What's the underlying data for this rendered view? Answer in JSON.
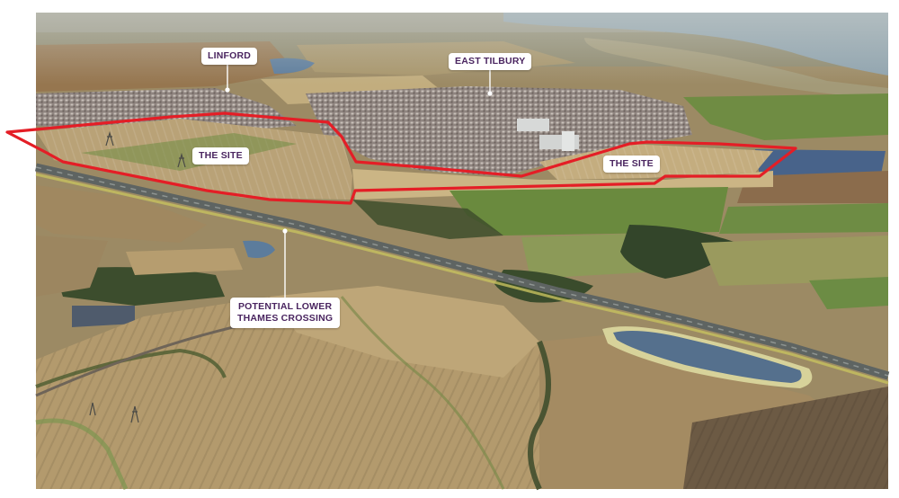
{
  "labels": {
    "linford": "LINFORD",
    "east_tilbury": "EAST TILBURY",
    "site_west": "THE SITE",
    "site_east": "THE SITE",
    "crossing_line1": "POTENTIAL LOWER",
    "crossing_line2": "THAMES CROSSING"
  },
  "colors": {
    "boundary": "#e41e26",
    "label_text": "#4a2560",
    "label_bg": "#ffffff",
    "leader": "#ffffff",
    "field_light": "#b9a277",
    "field_dark": "#8d7650",
    "grass": "#6f8c43",
    "urban": "#9a8d86",
    "water": "#5c7c9c",
    "river": "#8fa3ae",
    "road": "#5e6462"
  }
}
